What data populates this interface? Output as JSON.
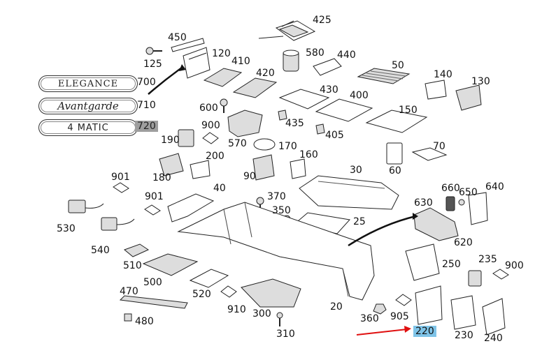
{
  "badges": {
    "elegance": "ELEGANCE",
    "avantgarde": "Avantgarde",
    "matic": "4 MATIC"
  },
  "colors": {
    "highlight_gray": "#9e9e9e",
    "highlight_blue": "#7fc4e8",
    "arrow_red": "#e01010"
  },
  "labels": {
    "l425": "425",
    "l450": "450",
    "l120": "120",
    "l125": "125",
    "l410": "410",
    "l580": "580",
    "l440": "440",
    "l420": "420",
    "l50": "50",
    "l140": "140",
    "l130": "130",
    "l700": "700",
    "l430": "430",
    "l400": "400",
    "l710": "710",
    "l600": "600",
    "l150": "150",
    "l720": "720",
    "l435": "435",
    "l405": "405",
    "l900a": "900",
    "l190": "190",
    "l570": "570",
    "l170": "170",
    "l70": "70",
    "l200": "200",
    "l160": "160",
    "l180": "180",
    "l60": "60",
    "l901a": "901",
    "l90": "90",
    "l30": "30",
    "l660": "660",
    "l650": "650",
    "l640": "640",
    "l901b": "901",
    "l40": "40",
    "l370": "370",
    "l630": "630",
    "l530": "530",
    "l350": "350",
    "l25": "25",
    "l620": "620",
    "l540": "540",
    "l510": "510",
    "l250": "250",
    "l235": "235",
    "l900b": "900",
    "l500": "500",
    "l520": "520",
    "l470": "470",
    "l910": "910",
    "l20": "20",
    "l300": "300",
    "l905": "905",
    "l360": "360",
    "l480": "480",
    "l220": "220",
    "l230": "230",
    "l310": "310",
    "l240": "240"
  }
}
